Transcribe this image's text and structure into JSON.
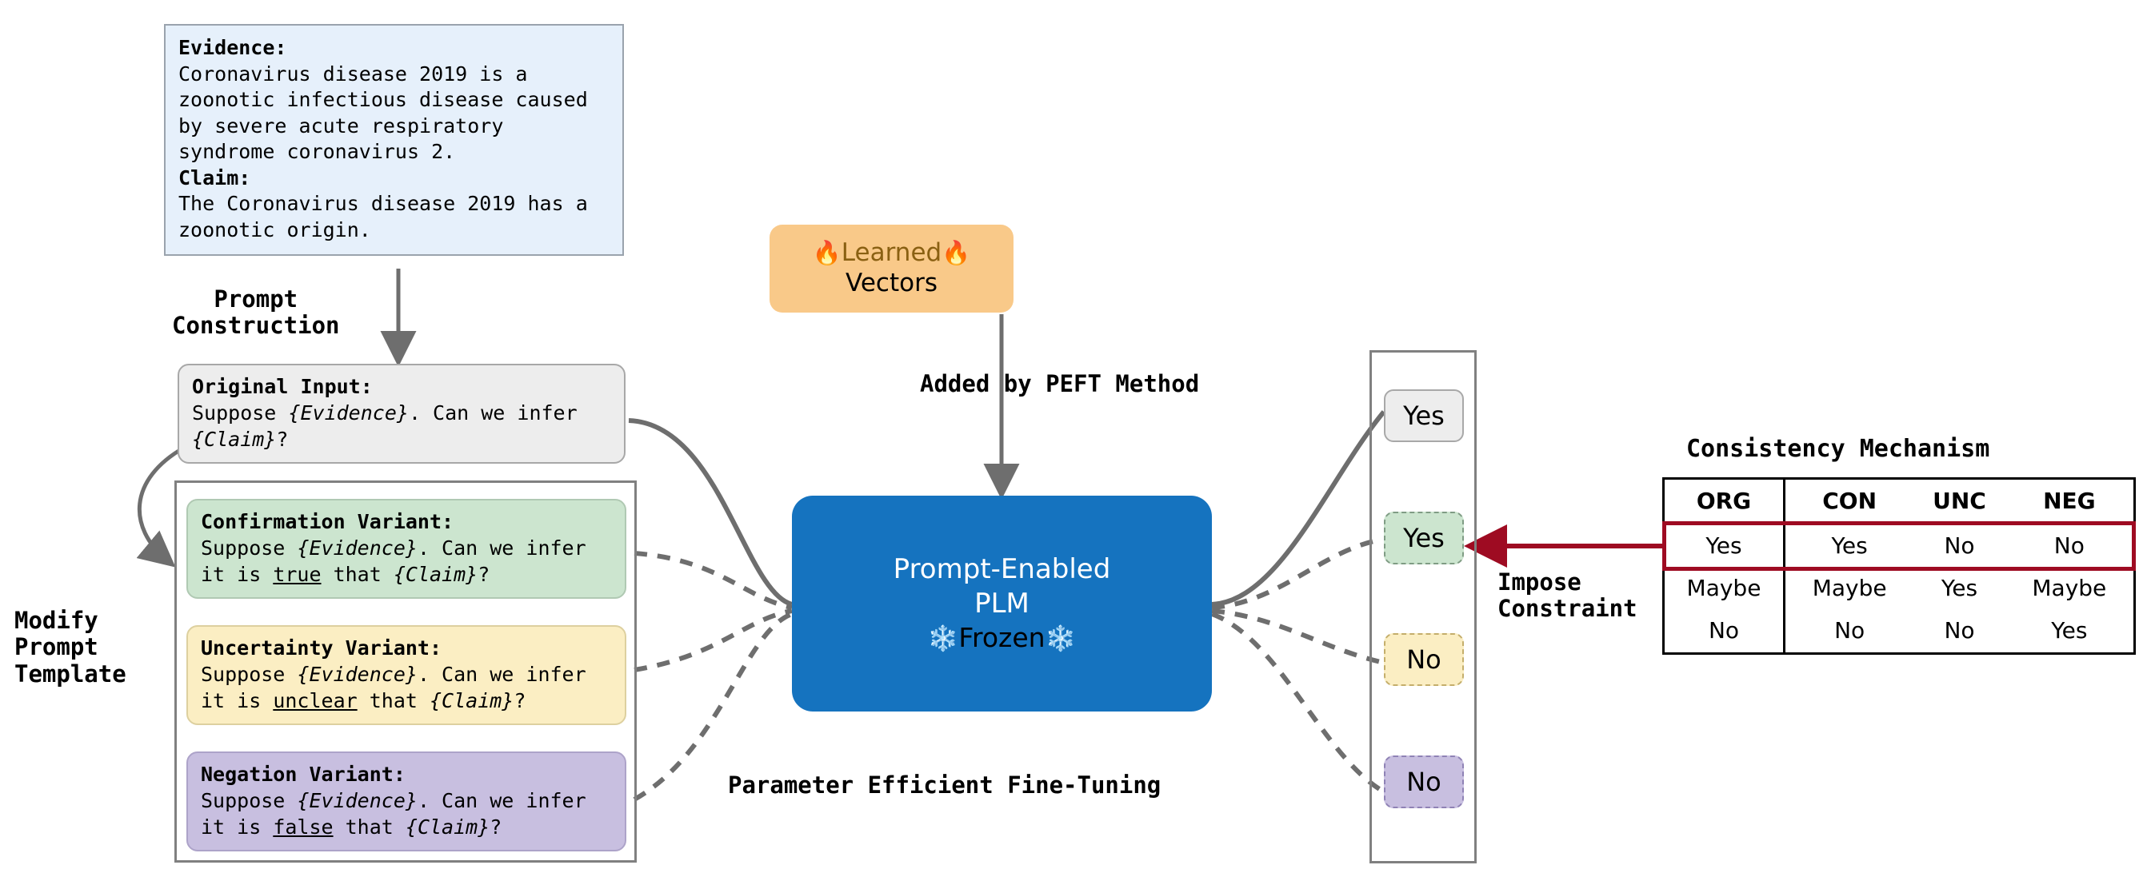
{
  "evidence_card": {
    "evidence_label": "Evidence:",
    "evidence_text": "Coronavirus disease 2019 is a zoonotic infectious disease caused by severe acute respiratory syndrome coronavirus 2.",
    "claim_label": "Claim:",
    "claim_text": "The Coronavirus disease 2019 has a zoonotic origin."
  },
  "labels": {
    "prompt_construction": "Prompt\nConstruction",
    "modify_prompt_template": "Modify\nPrompt\nTemplate",
    "added_by_peft": "Added by PEFT Method",
    "parameter_efficient_fine_tuning": "Parameter Efficient Fine-Tuning",
    "impose_constraint": "Impose\nConstraint",
    "consistency_mechanism": "Consistency Mechanism"
  },
  "prompts": {
    "original": {
      "title": "Original Input:",
      "body_prefix": "Suppose ",
      "evidence_slot": "{Evidence}",
      "body_mid": ". Can we infer ",
      "claim_slot": "{Claim}",
      "body_suffix": "?"
    },
    "confirmation": {
      "title": "Confirmation Variant:",
      "body_prefix": "Suppose ",
      "evidence_slot": "{Evidence}",
      "body_mid": ". Can we infer it is ",
      "keyword": "true",
      "body_mid2": " that ",
      "claim_slot": "{Claim}",
      "body_suffix": "?"
    },
    "uncertainty": {
      "title": "Uncertainty Variant:",
      "body_prefix": "Suppose ",
      "evidence_slot": "{Evidence}",
      "body_mid": ". Can we infer it is ",
      "keyword": "unclear",
      "body_mid2": " that ",
      "claim_slot": "{Claim}",
      "body_suffix": "?"
    },
    "negation": {
      "title": "Negation Variant:",
      "body_prefix": "Suppose ",
      "evidence_slot": "{Evidence}",
      "body_mid": ". Can we infer it is ",
      "keyword": "false",
      "body_mid2": " that ",
      "claim_slot": "{Claim}",
      "body_suffix": "?"
    }
  },
  "learned_vectors": {
    "fire_icon": "🔥",
    "line1": "Learned",
    "line2": "Vectors"
  },
  "plm": {
    "line1": "Prompt-Enabled",
    "line2": "PLM",
    "snowflake_icon": "❄️",
    "frozen": "Frozen"
  },
  "outputs": [
    {
      "name": "org",
      "value": "Yes"
    },
    {
      "name": "con",
      "value": "Yes"
    },
    {
      "name": "unc",
      "value": "No"
    },
    {
      "name": "neg",
      "value": "No"
    }
  ],
  "consistency_table": {
    "headers": [
      "ORG",
      "CON",
      "UNC",
      "NEG"
    ],
    "rows": [
      [
        "Yes",
        "Yes",
        "No",
        "No"
      ],
      [
        "Maybe",
        "Maybe",
        "Yes",
        "Maybe"
      ],
      [
        "No",
        "No",
        "No",
        "Yes"
      ]
    ],
    "highlight_row_index": 0
  },
  "colors": {
    "evidence_bg": "#e6f0fb",
    "original_bg": "#ededed",
    "confirmation_bg": "#cce5cf",
    "uncertainty_bg": "#fbeec3",
    "negation_bg": "#c8bfe0",
    "learned_bg": "#f9c989",
    "learned_text": "#8a6012",
    "plm_bg": "#1573bf",
    "highlight_border": "#9e0b22",
    "wire": "#6e6e6e"
  }
}
